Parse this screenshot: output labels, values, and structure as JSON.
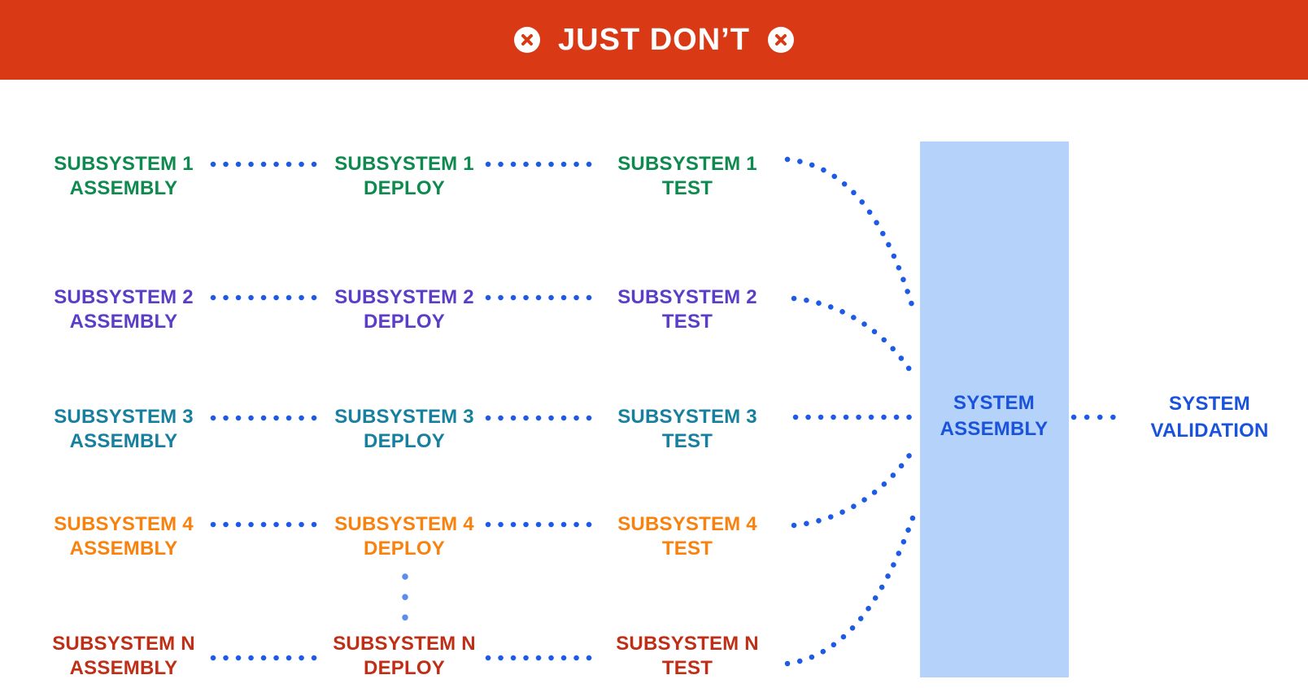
{
  "banner": {
    "title": "JUST DON’T",
    "left_icon": "x-circle-icon",
    "right_icon": "x-circle-icon",
    "background_color": "#D93A15",
    "text_color": "#FFFFFF"
  },
  "rows": [
    {
      "name": "subsystem-1",
      "color": "#0E8A4F",
      "assembly": "SUBSYSTEM 1\nASSEMBLY",
      "deploy": "SUBSYSTEM 1\nDEPLOY",
      "test": "SUBSYSTEM 1\nTEST"
    },
    {
      "name": "subsystem-2",
      "color": "#5B3EC8",
      "assembly": "SUBSYSTEM 2\nASSEMBLY",
      "deploy": "SUBSYSTEM 2\nDEPLOY",
      "test": "SUBSYSTEM 2\nTEST"
    },
    {
      "name": "subsystem-3",
      "color": "#16809E",
      "assembly": "SUBSYSTEM 3\nASSEMBLY",
      "deploy": "SUBSYSTEM 3\nDEPLOY",
      "test": "SUBSYSTEM 3\nTEST"
    },
    {
      "name": "subsystem-4",
      "color": "#F8820D",
      "assembly": "SUBSYSTEM 4\nASSEMBLY",
      "deploy": "SUBSYSTEM 4\nDEPLOY",
      "test": "SUBSYSTEM 4\nTEST"
    },
    {
      "name": "subsystem-n",
      "color": "#C02E16",
      "assembly": "SUBSYSTEM N\nASSEMBLY",
      "deploy": "SUBSYSTEM N\nDEPLOY",
      "test": "SUBSYSTEM N\nTEST"
    }
  ],
  "more_rows_indicator": "vertical-ellipsis-dots",
  "system_assembly": {
    "label": "SYSTEM\nASSEMBLY",
    "fill_color": "#B5D2FA",
    "text_color": "#1A53DB"
  },
  "system_validation": {
    "label": "SYSTEM\nVALIDATION",
    "text_color": "#1A53DB"
  },
  "connectors": {
    "style": "dotted",
    "dot_color": "#1D5AE5",
    "ellipsis_dot_color": "#5B8DF0"
  }
}
